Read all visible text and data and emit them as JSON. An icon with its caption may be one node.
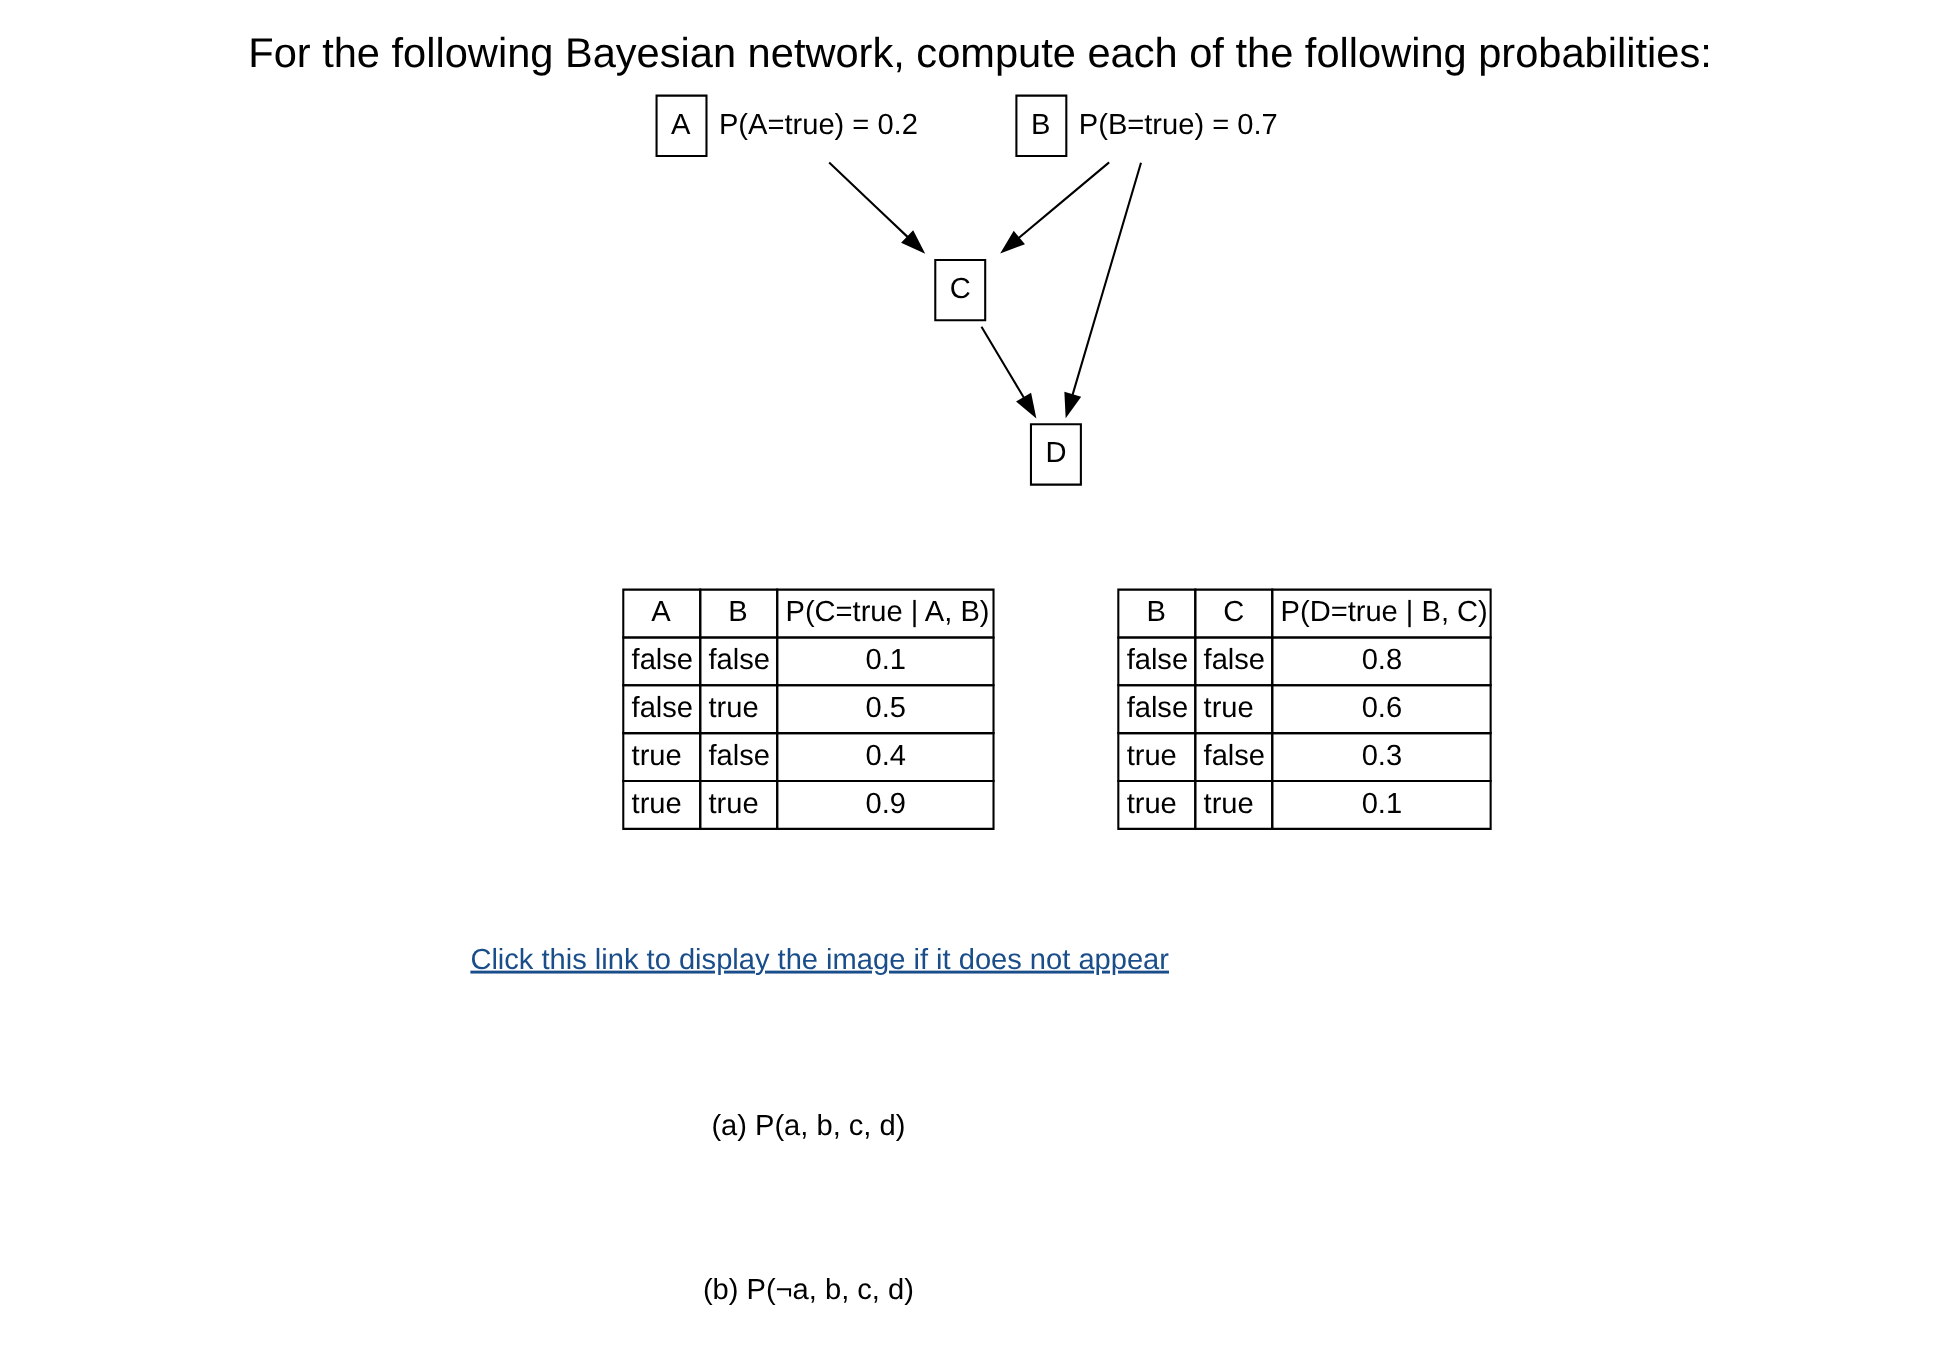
{
  "diagram": {
    "title": "For the following Bayesian network, compute each of the following probabilities:",
    "nodes": [
      {
        "text": [
          "A"
        ],
        "beside": [
          "P(A=true) = 0.2"
        ]
      },
      {
        "text": [
          "B"
        ],
        "beside": [
          "P(B=true) = 0.7"
        ]
      },
      {
        "text": [
          "C"
        ]
      },
      {
        "text": [
          "D"
        ]
      }
    ],
    "edges": [
      {
        "from": 0,
        "to": 2,
        "arrow": "to"
      },
      {
        "from": 1,
        "to": 2,
        "arrow": "to"
      },
      {
        "from": 1,
        "to": 3,
        "arrow": "to"
      },
      {
        "from": 2,
        "to": 3,
        "arrow": "to"
      }
    ],
    "labels": [
      "A",
      "B",
      "P(C=true | A, B)",
      "false",
      "false",
      "0.1",
      "false",
      "true",
      "0.5",
      "true",
      "false",
      "0.4",
      "true",
      "true",
      "0.9",
      "B",
      "C",
      "P(D=true | B, C)",
      "false",
      "false",
      "0.8",
      "false",
      "true",
      "0.6",
      "true",
      "false",
      "0.3",
      "true",
      "true",
      "0.1",
      "Click this link to display the image if it does not appear",
      "(a) P(a, b, c, d)",
      "(b) P(¬a, b, c, d)"
    ]
  }
}
